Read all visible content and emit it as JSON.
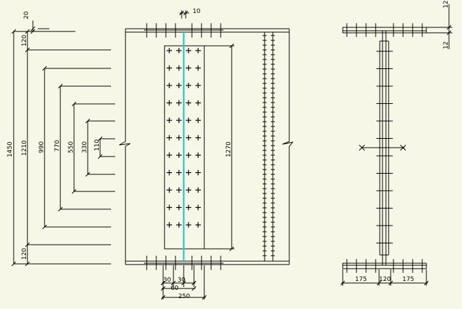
{
  "left_dims": [
    "20",
    "120",
    "1450",
    "1210",
    "990",
    "770",
    "550",
    "330",
    "110",
    "120"
  ],
  "top_dim": "10",
  "middle_dim": "1270",
  "bottom_dims": [
    "30",
    "30",
    "60",
    "250"
  ],
  "right_top_dims": [
    "12",
    "12"
  ],
  "right_bottom_dims": [
    "175",
    "120",
    "175"
  ],
  "colors": {
    "background": "#f7f7e8",
    "line": "#000000",
    "accent": "#33cccc"
  }
}
